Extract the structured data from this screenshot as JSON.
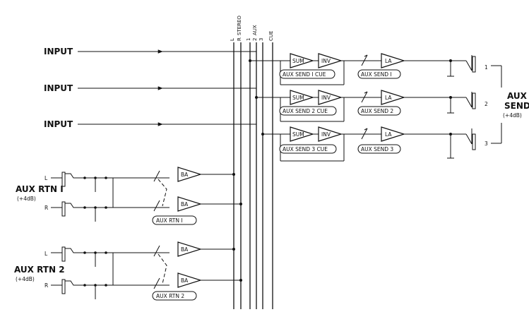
{
  "inputs": [
    "INPUT",
    "INPUT",
    "INPUT"
  ],
  "bus_labels": {
    "l": "L",
    "stereo": "STEREO",
    "r": "R",
    "one": "1",
    "two": "2",
    "aux": "AUX",
    "three": "3",
    "cue": "CUE"
  },
  "aux_send_channels": [
    {
      "sum": "SUM",
      "inv": "INV",
      "cue_label": "AUX SEND I CUE",
      "la": "LA",
      "send_label": "AUX SEND I",
      "jack": "1"
    },
    {
      "sum": "SUM",
      "inv": "INV",
      "cue_label": "AUX SEND 2 CUE",
      "la": "LA",
      "send_label": "AUX SEND 2",
      "jack": "2"
    },
    {
      "sum": "SUM",
      "inv": "INV",
      "cue_label": "AUX SEND 3 CUE",
      "la": "LA",
      "send_label": "AUX SEND 3",
      "jack": "3"
    }
  ],
  "aux_send_group": {
    "line1": "AUX",
    "line2": "SEND",
    "level": "(+4dB)"
  },
  "aux_returns": [
    {
      "line1": "AUX RTN I",
      "level": "(+4dB)",
      "left": "L",
      "right": "R",
      "ba_top": "BA",
      "ba_bottom": "BA",
      "label": "AUX RTN I"
    },
    {
      "line1": "AUX RTN 2",
      "level": "(+4dB)",
      "left": "L",
      "right": "R",
      "ba_top": "BA",
      "ba_bottom": "BA",
      "label": "AUX RTN 2"
    }
  ]
}
